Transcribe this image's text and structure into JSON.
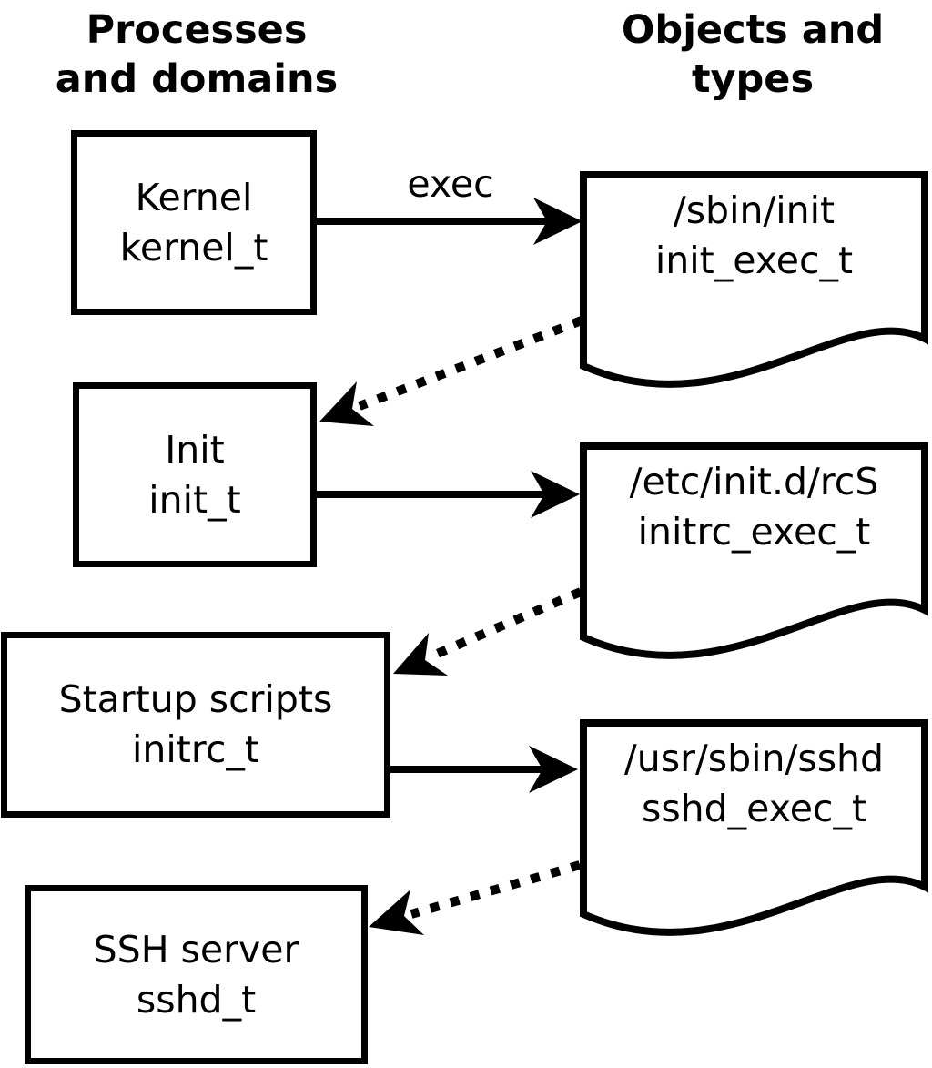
{
  "headers": {
    "left": "Processes\nand domains",
    "right": "Objects and\ntypes"
  },
  "process_boxes": [
    {
      "name": "Kernel",
      "domain": "kernel_t"
    },
    {
      "name": "Init",
      "domain": "init_t"
    },
    {
      "name": "Startup scripts",
      "domain": "initrc_t"
    },
    {
      "name": "SSH server",
      "domain": "sshd_t"
    }
  ],
  "object_docs": [
    {
      "path": "/sbin/init",
      "type": "init_exec_t"
    },
    {
      "path": "/etc/init.d/rcS",
      "type": "initrc_exec_t"
    },
    {
      "path": "/usr/sbin/sshd",
      "type": "sshd_exec_t"
    }
  ],
  "labels": {
    "exec": "exec"
  },
  "colors": {
    "ink": "#000000",
    "background": "#ffffff"
  }
}
